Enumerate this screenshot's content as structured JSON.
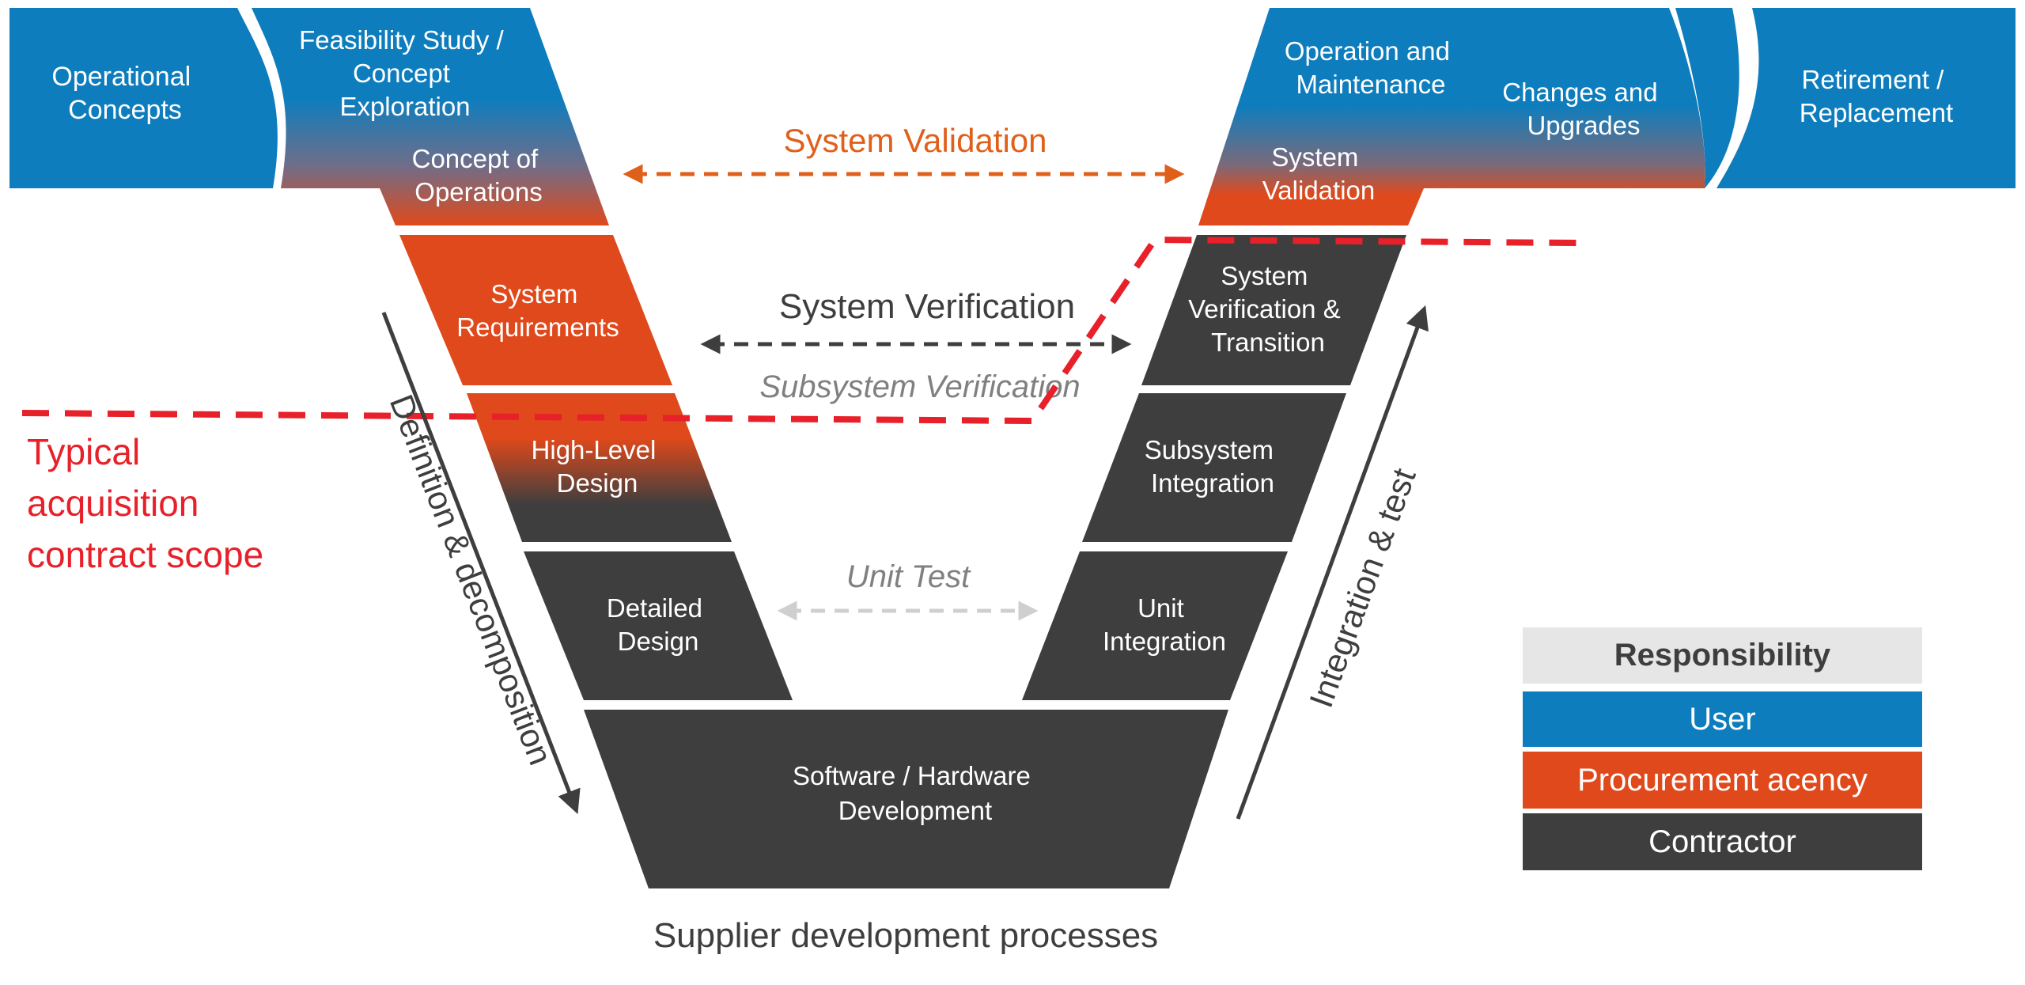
{
  "colors": {
    "user": "#0E7DBD",
    "procurement": "#E0491B",
    "contractor": "#3E3E3E",
    "validation_text": "#E0601B",
    "contract_scope": "#E8202A"
  },
  "phases": {
    "operational_concepts": [
      "Operational",
      "Concepts"
    ],
    "feasibility": [
      "Feasibility Study /",
      "Concept",
      "Exploration"
    ],
    "concept_of_operations": [
      "Concept of",
      "Operations"
    ],
    "system_requirements": [
      "System",
      "Requirements"
    ],
    "high_level_design": [
      "High-Level",
      "Design"
    ],
    "detailed_design": [
      "Detailed",
      "Design"
    ],
    "sw_hw_development": [
      "Software / Hardware",
      "Development"
    ],
    "unit_integration": [
      "Unit",
      "Integration"
    ],
    "subsystem_integration": [
      "Subsystem",
      "Integration"
    ],
    "system_verification_transition": [
      "System",
      "Verification &",
      "Transition"
    ],
    "system_validation": [
      "System",
      "Validation"
    ],
    "operation_maintenance": [
      "Operation and",
      "Maintenance"
    ],
    "changes_upgrades": [
      "Changes and",
      "Upgrades"
    ],
    "retirement": [
      "Retirement /",
      "Replacement"
    ]
  },
  "links": {
    "system_validation": "System Validation",
    "system_verification": "System Verification",
    "subsystem_verification": "Subsystem Verification",
    "unit_test": "Unit Test"
  },
  "axes": {
    "left": "Definition & decomposition",
    "right": "Integration & test"
  },
  "contract_scope_label": [
    "Typical",
    "acquisition",
    "contract scope"
  ],
  "footer_label": "Supplier development processes",
  "legend": {
    "title": "Responsibility",
    "items": [
      "User",
      "Procurement acency",
      "Contractor"
    ]
  }
}
